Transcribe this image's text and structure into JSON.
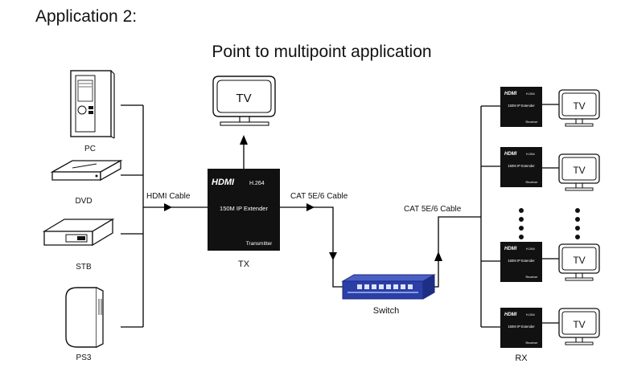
{
  "page": {
    "heading": "Application 2:",
    "title": "Point to multipoint  application"
  },
  "sources": [
    {
      "label": "PC"
    },
    {
      "label": "DVD"
    },
    {
      "label": "STB"
    },
    {
      "label": "PS3"
    }
  ],
  "cables": {
    "hdmi": "HDMI Cable",
    "cat_tx": "CAT 5E/6 Cable",
    "cat_rx": "CAT 5E/6 Cable"
  },
  "transmitter": {
    "brand": "HDMI",
    "codec": "H.264",
    "product": "150M IP Extender",
    "role": "Transmitter",
    "caption": "TX"
  },
  "tv_label": "TV",
  "switch": {
    "caption": "Switch"
  },
  "receivers": {
    "brand": "HDMI",
    "codec": "H.264",
    "product": "150M IP Extender",
    "role": "Receiver",
    "caption": "RX",
    "tv_label": "TV"
  },
  "colors": {
    "line": "#000000",
    "device_body": "#111111",
    "switch_blue": "#2b3fa6"
  }
}
